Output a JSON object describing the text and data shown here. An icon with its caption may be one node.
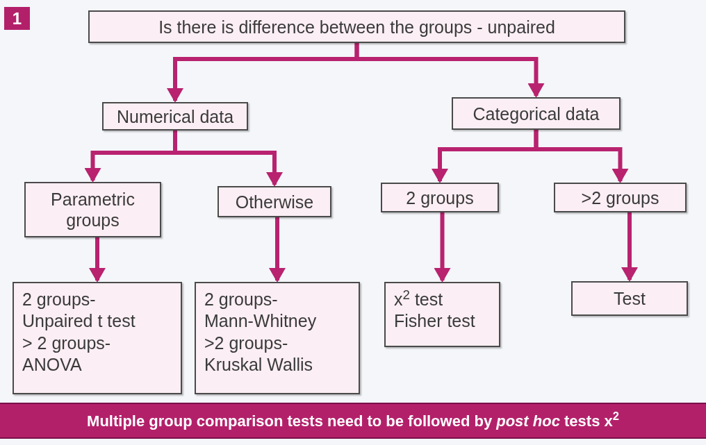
{
  "diagram": {
    "nodes": [
      {
        "text": [
          "1"
        ]
      },
      {
        "text": [
          "Is there is difference between the groups - unpaired"
        ]
      },
      {
        "text": [
          "Numerical data"
        ]
      },
      {
        "text": [
          "Categorical data"
        ]
      },
      {
        "text": [
          "Parametric groups"
        ]
      },
      {
        "text": [
          "Otherwise"
        ]
      },
      {
        "text": [
          "2 groups"
        ]
      },
      {
        "text": [
          ">2 groups"
        ]
      },
      {
        "text": [
          "2 groups- Unpaired t test > 2 groups- ANOVA"
        ]
      },
      {
        "text": [
          "2 groups- Mann-Whitney >2 groups- Kruskal Wallis"
        ]
      },
      {
        "text": [
          "x$^{2}$ test Fisher test"
        ]
      },
      {
        "text": [
          "Test"
        ]
      },
      {
        "text": [
          "Multiple group comparison tests need to be followed by *post hoc* tests x$^{2}$"
        ]
      }
    ],
    "edges": [
      {
        "from": 1,
        "to": 2,
        "arrow": "to"
      },
      {
        "from": 1,
        "to": 3,
        "arrow": "to"
      },
      {
        "from": 2,
        "to": 4,
        "arrow": "to"
      },
      {
        "from": 2,
        "to": 5,
        "arrow": "to"
      },
      {
        "from": 3,
        "to": 6,
        "arrow": "to"
      },
      {
        "from": 3,
        "to": 7,
        "arrow": "to"
      },
      {
        "from": 4,
        "to": 8,
        "arrow": "to"
      },
      {
        "from": 5,
        "to": 9,
        "arrow": "to"
      },
      {
        "from": 6,
        "to": 10,
        "arrow": "to"
      },
      {
        "from": 7,
        "to": 11,
        "arrow": "to"
      }
    ]
  }
}
